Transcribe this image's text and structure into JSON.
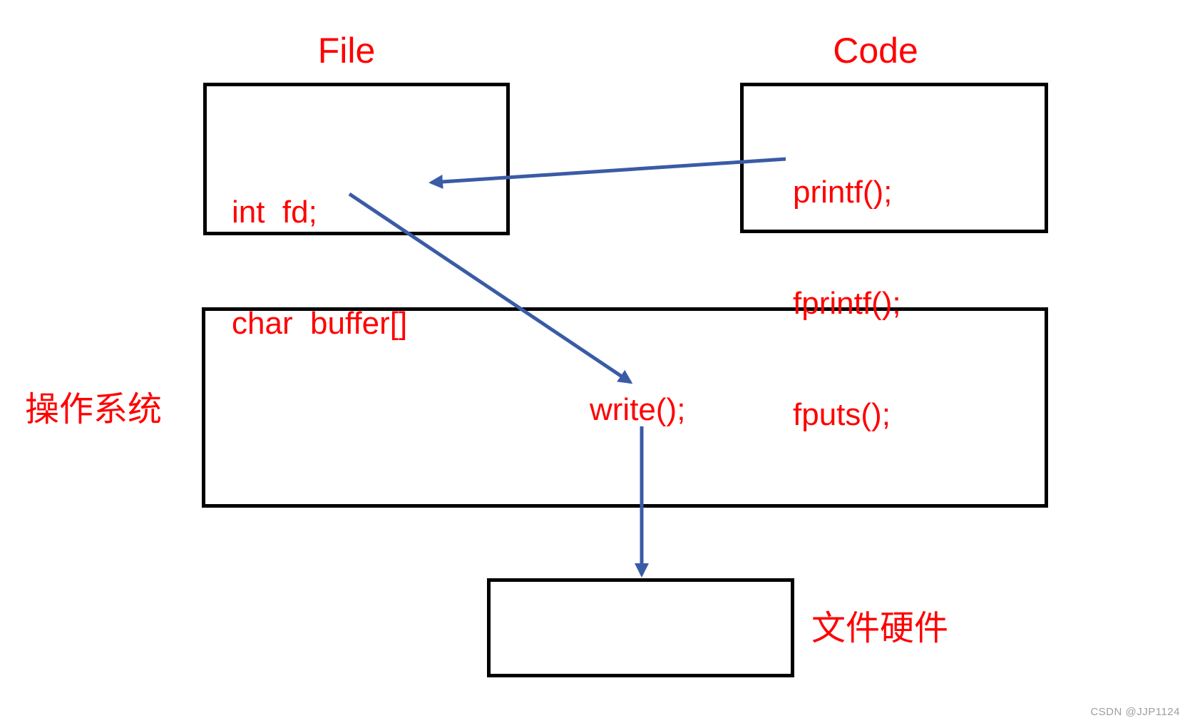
{
  "colors": {
    "label": "#ff0000",
    "arrow": "#3a5ba6",
    "border": "#000000",
    "watermark": "#9e9e9e",
    "bg": "#ffffff"
  },
  "titles": {
    "file": "File",
    "code": "Code"
  },
  "file_box": {
    "lines": [
      "int  fd;",
      "char  buffer[]"
    ]
  },
  "code_box": {
    "lines": [
      "printf();",
      "fprintf();",
      "fputs();"
    ]
  },
  "os_box": {
    "label": "操作系统",
    "call": "write();"
  },
  "hw_box": {
    "label": "文件硬件"
  },
  "connections": [
    {
      "name": "fprintf-to-buffer",
      "from": "fprintf();",
      "to": "char buffer[]"
    },
    {
      "name": "buffer-to-write",
      "from": "char buffer[]",
      "to": "write();"
    },
    {
      "name": "write-to-hardware",
      "from": "write();",
      "to": "file-hardware-box"
    }
  ],
  "watermark": "CSDN @JJP1124"
}
